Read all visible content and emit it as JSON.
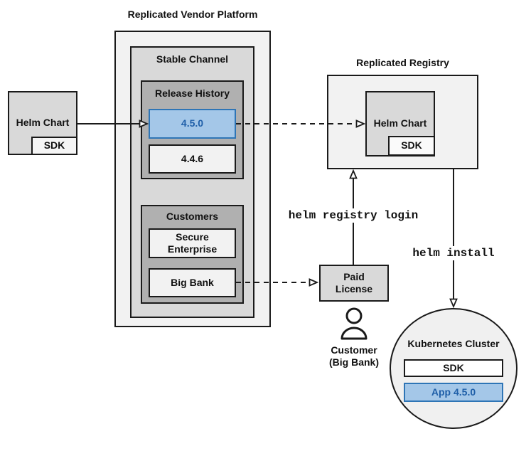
{
  "colors": {
    "line": "#1a1a1a",
    "container_light": "#f2f2f2",
    "container_mid": "#d9d9d9",
    "container_dark": "#b0b0b0",
    "item_light": "#f5f5f5",
    "white": "#ffffff",
    "highlight_fill": "#a4c7e8",
    "highlight_border": "#2e75b6",
    "highlight_text": "#1f5fa8"
  },
  "source_chart": {
    "label": "Helm Chart",
    "sdk_label": "SDK"
  },
  "platform": {
    "title": "Replicated Vendor Platform",
    "stable_channel": {
      "label": "Stable Channel"
    },
    "release_history": {
      "label": "Release History",
      "current_release": "4.5.0",
      "previous_release": "4.4.6"
    },
    "customers": {
      "label": "Customers",
      "customer_1": "Secure\nEnterprise",
      "customer_2": "Big Bank"
    }
  },
  "registry": {
    "title": "Replicated Registry",
    "helm_chart_label": "Helm Chart",
    "sdk_label": "SDK"
  },
  "license": {
    "label": "Paid\nLicense"
  },
  "customer": {
    "label": "Customer\n(Big Bank)",
    "icon": "person-icon"
  },
  "commands": {
    "registry_login": "helm registry login",
    "install": "helm install"
  },
  "cluster": {
    "label": "Kubernetes Cluster",
    "sdk_label": "SDK",
    "app_label": "App 4.5.0"
  }
}
